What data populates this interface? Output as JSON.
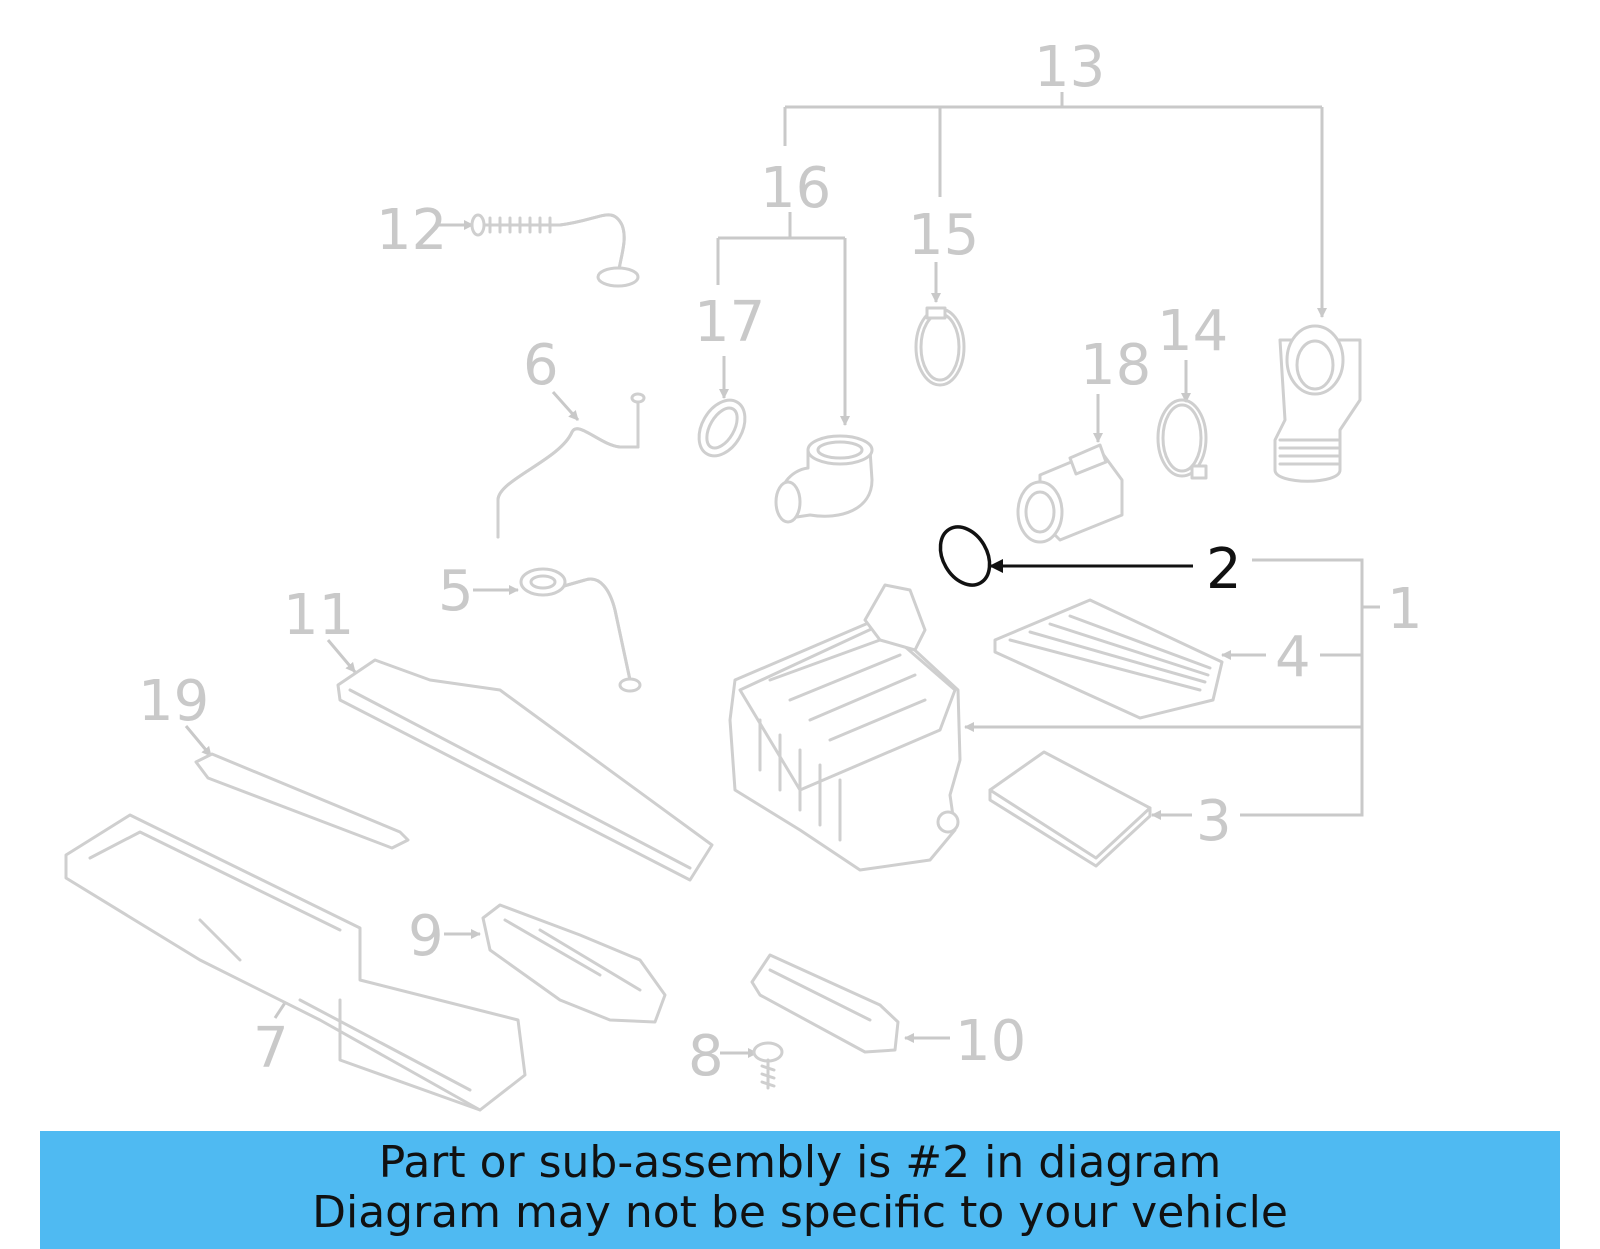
{
  "callouts": {
    "c1": "1",
    "c2": "2",
    "c3": "3",
    "c4": "4",
    "c5": "5",
    "c6": "6",
    "c7": "7",
    "c8": "8",
    "c9": "9",
    "c10": "10",
    "c11": "11",
    "c12": "12",
    "c13": "13",
    "c14": "14",
    "c15": "15",
    "c16": "16",
    "c17": "17",
    "c18": "18",
    "c19": "19"
  },
  "highlighted_part": "2",
  "colors": {
    "highlight": "#111111",
    "muted": "#c9c9c9",
    "banner": "#4fbaf2"
  },
  "banner": {
    "line1": "Part or sub-assembly is #2 in diagram",
    "line2": "Diagram may not be specific to your vehicle"
  }
}
